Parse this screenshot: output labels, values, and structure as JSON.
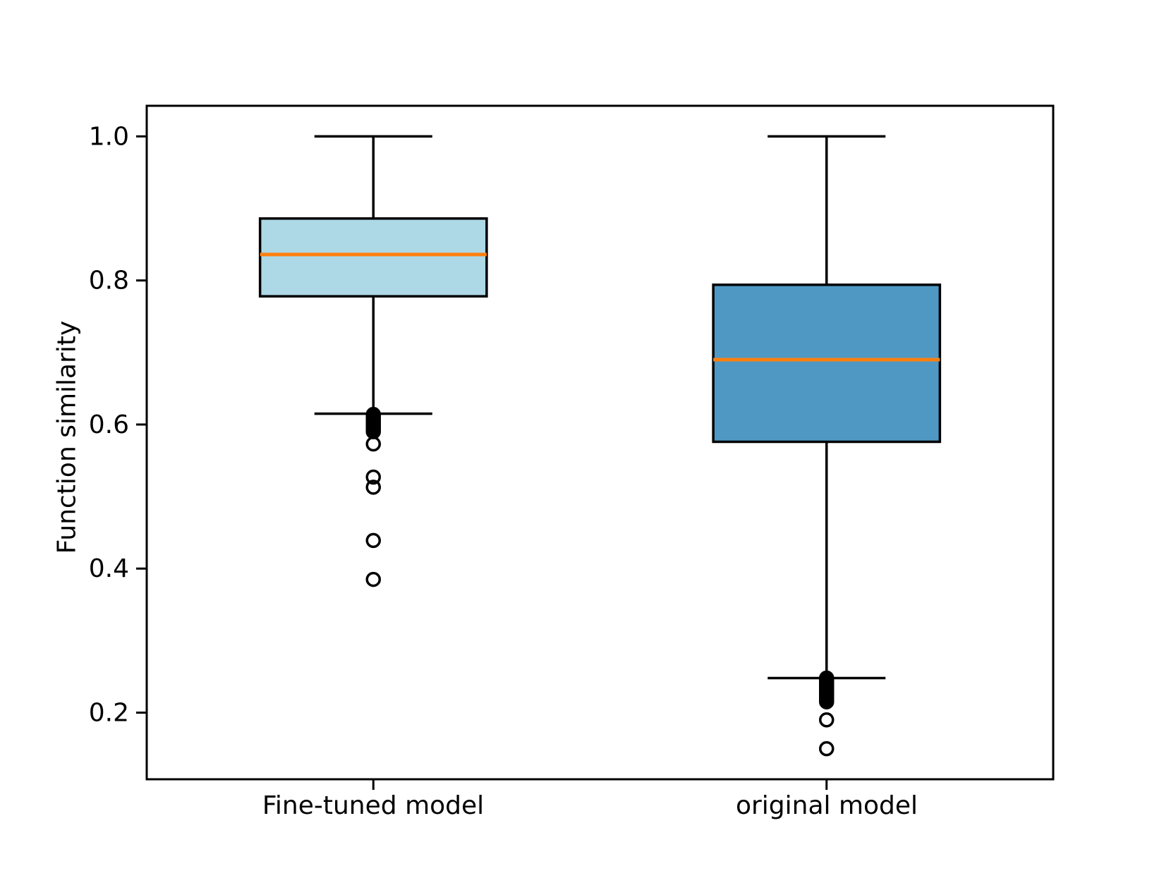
{
  "figure": {
    "background": "#FFFFFF"
  },
  "chart_data": {
    "type": "boxplot",
    "title": "",
    "xlabel": "",
    "ylabel": "Function similarity",
    "categories": [
      "Fine-tuned model",
      "original model"
    ],
    "yticks": [
      0.2,
      0.4,
      0.6,
      0.8,
      1.0
    ],
    "ylim": [
      0.1075,
      1.0425
    ],
    "xlim": [
      0.5,
      2.5
    ],
    "grid": false,
    "legend": false,
    "colors": {
      "box_fill_fine_tuned": "#ADD8E6",
      "box_fill_original": "#4F98C4",
      "median_line": "#FF7F0E",
      "box_edge": "#000000",
      "whisker": "#000000",
      "outlier_edge": "#000000",
      "axis": "#000000",
      "background": "#FFFFFF"
    },
    "boxes": [
      {
        "label": "Fine-tuned model",
        "x": 1,
        "whisker_high": 1.0,
        "q3": 0.886,
        "median": 0.836,
        "q1": 0.778,
        "whisker_low": 0.615,
        "fill": "#ADD8E6",
        "outliers": [
          0.614,
          0.611,
          0.608,
          0.605,
          0.602,
          0.599,
          0.596,
          0.593,
          0.59,
          0.573,
          0.527,
          0.513,
          0.439,
          0.385
        ]
      },
      {
        "label": "original model",
        "x": 2,
        "whisker_high": 1.0,
        "q3": 0.794,
        "median": 0.69,
        "q1": 0.576,
        "whisker_low": 0.248,
        "fill": "#4F98C4",
        "outliers": [
          0.248,
          0.245,
          0.242,
          0.239,
          0.236,
          0.233,
          0.23,
          0.227,
          0.224,
          0.221,
          0.218,
          0.215,
          0.19,
          0.15
        ]
      }
    ]
  }
}
